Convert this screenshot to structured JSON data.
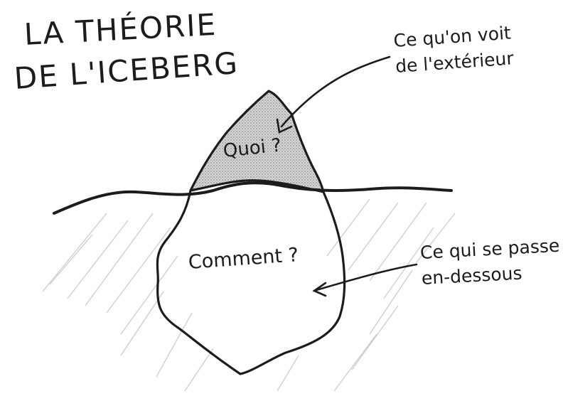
{
  "title": {
    "line1": "LA THÉORIE",
    "line2": "DE L'ICEBERG"
  },
  "annotations": {
    "top_line1": "Ce qu'on voit",
    "top_line2": "de l'extérieur",
    "bottom_line1": "Ce qui se passe",
    "bottom_line2": "en-dessous"
  },
  "zones": {
    "above_label": "Quoi ?",
    "below_label": "Comment ?"
  },
  "colors": {
    "ink": "#1c1c1c",
    "tip_fill": "#c9c9c9",
    "water_hatch": "#c7c7c7",
    "background": "#ffffff"
  }
}
